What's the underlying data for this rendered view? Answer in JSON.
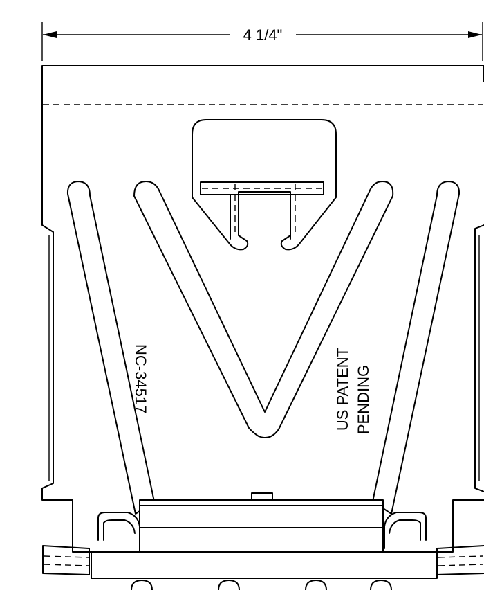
{
  "dimension": {
    "width_label": "4 1/4\""
  },
  "labels": {
    "part_number": "NC-34517",
    "patent_line1": "US PATENT",
    "patent_line2": "PENDING"
  }
}
